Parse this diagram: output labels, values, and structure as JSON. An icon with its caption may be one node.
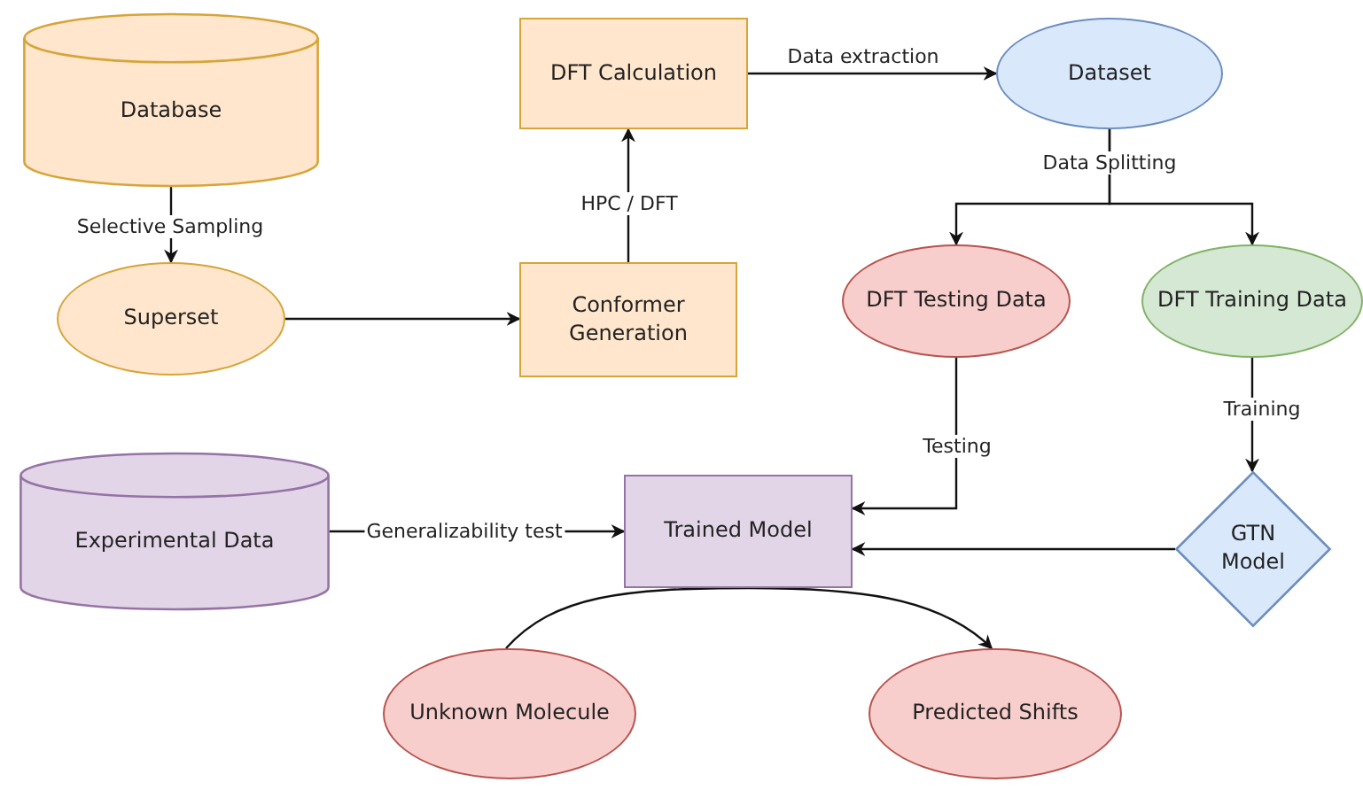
{
  "diagram": {
    "nodes": [
      {
        "text": [
          "Database"
        ]
      },
      {
        "text": [
          "Superset"
        ]
      },
      {
        "text": [
          "Conformer Generation"
        ]
      },
      {
        "text": [
          "DFT Calculation"
        ]
      },
      {
        "text": [
          "Dataset"
        ]
      },
      {
        "text": [
          "DFT Testing Data"
        ]
      },
      {
        "text": [
          "DFT Training Data"
        ]
      },
      {
        "text": [
          "Experimental Data"
        ]
      },
      {
        "text": [
          "Trained Model"
        ]
      },
      {
        "text": [
          "GTN Model"
        ]
      },
      {
        "text": [
          "Unknown Molecule"
        ]
      },
      {
        "text": [
          "Predicted Shifts"
        ]
      }
    ],
    "edges": [
      {
        "from": 0,
        "to": 1,
        "arrow": "to",
        "label": "Selective Sampling"
      },
      {
        "from": 1,
        "to": 2,
        "arrow": "to"
      },
      {
        "from": 2,
        "to": 3,
        "arrow": "to",
        "label": "HPC / DFT"
      },
      {
        "from": 3,
        "to": 4,
        "arrow": "to",
        "label": "Data extraction"
      },
      {
        "from": 4,
        "to": 5,
        "arrow": "to",
        "label": "Data Splitting"
      },
      {
        "from": 4,
        "to": 6,
        "arrow": "to"
      },
      {
        "from": 5,
        "to": 8,
        "arrow": "to",
        "label": "Testing"
      },
      {
        "from": 6,
        "to": 9,
        "arrow": "to",
        "label": "Training"
      },
      {
        "from": 9,
        "to": 8,
        "arrow": "to"
      },
      {
        "from": 7,
        "to": 8,
        "arrow": "to",
        "label": "Generalizability test"
      },
      {
        "from": 10,
        "to": 11,
        "arrow": "to"
      }
    ]
  }
}
